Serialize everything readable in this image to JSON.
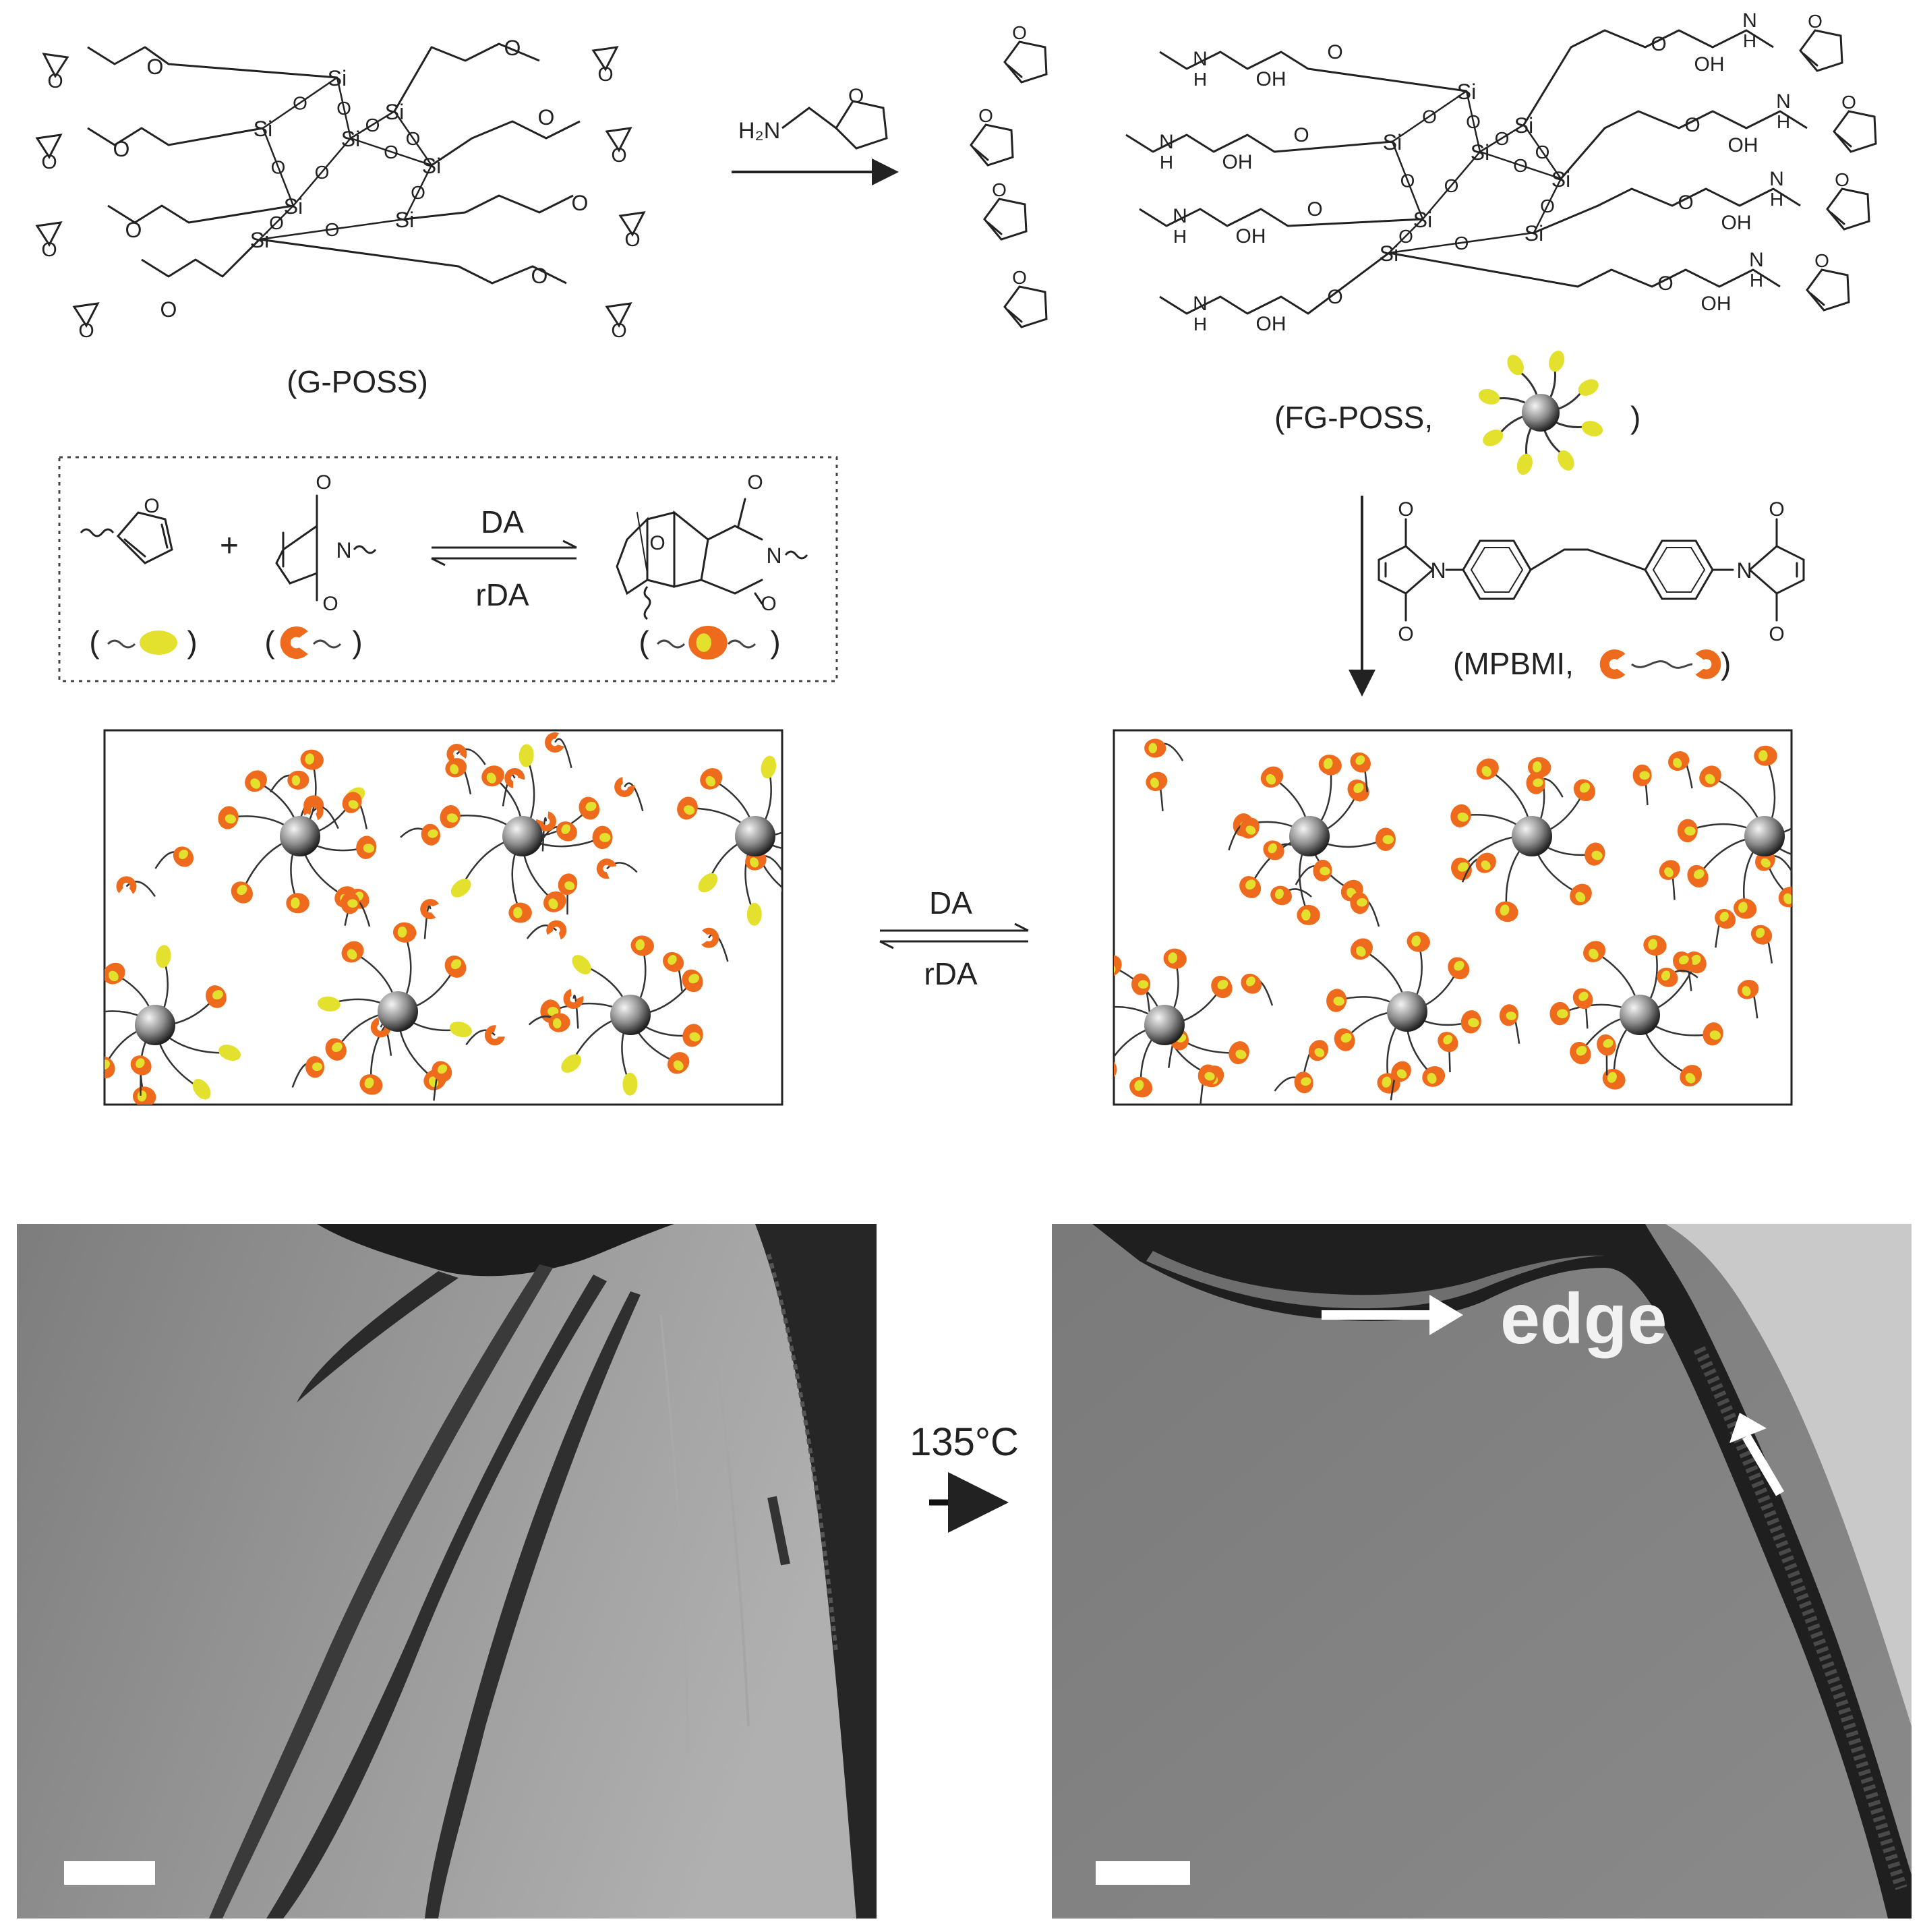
{
  "scheme": {
    "gposs_label": "(G-POSS)",
    "fgposs_label": "(FG-POSS,",
    "fgposs_close": ")",
    "mpbmi_label": "(MPBMI,",
    "mpbmi_close": ")",
    "reagent_amine": "H₂N",
    "atoms": {
      "si": "Si",
      "o": "O",
      "n": "N",
      "h": "H",
      "oh": "OH"
    },
    "equilibrium_forward": "DA",
    "equilibrium_reverse": "rDA",
    "plus": "+",
    "legend_open": "(",
    "legend_close": ")"
  },
  "photos": {
    "temperature": "135°C",
    "edge_label": "edge"
  },
  "colors": {
    "furan_bead": "#e3e02e",
    "maleimide_cup": "#ee6a1d",
    "poss_core_light": "#f4f4f4",
    "poss_core_dark": "#1e1e1e",
    "photo_left_bg": "#8d8d8d",
    "photo_right_bg": "#828282"
  }
}
